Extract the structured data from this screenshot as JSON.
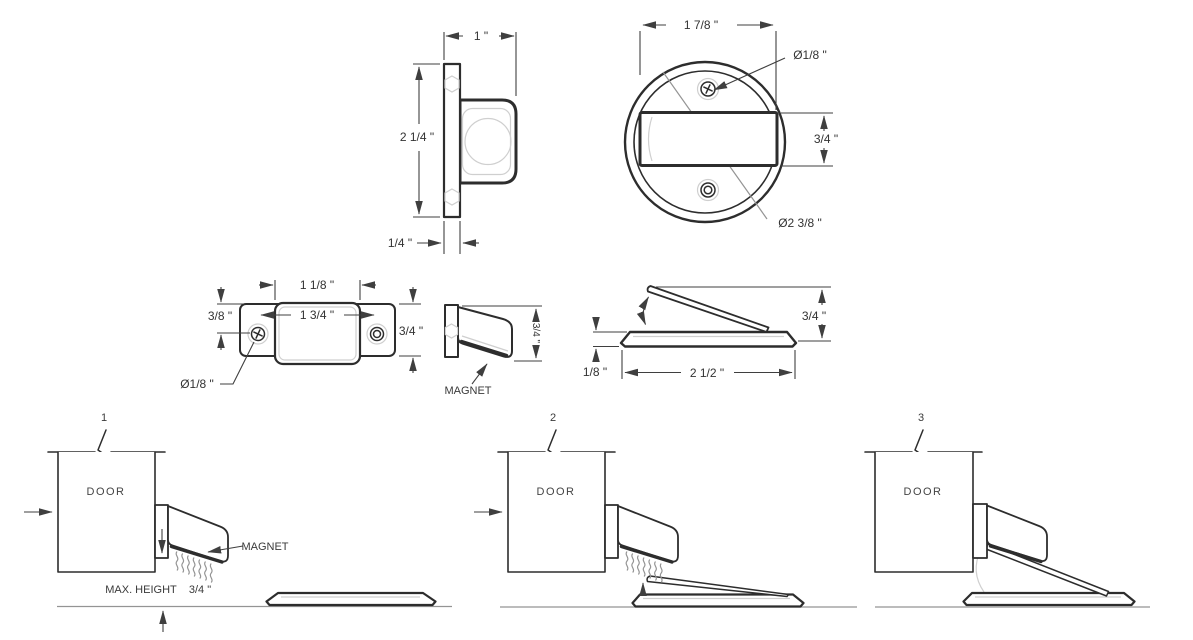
{
  "colors": {
    "background": "#ffffff",
    "drawing_line": "#2d2d2d",
    "dimension_line": "#3f3f3f",
    "leader_gray": "#949494",
    "highlight_gray": "#cfcfcf",
    "text": "#333333"
  },
  "views": {
    "bracket_side": {
      "dim_width": "1 \"",
      "dim_height": "2 1/4 \"",
      "dim_thickness": "1/4 \""
    },
    "floor_plate_top": {
      "dim_slot_width": "1 7/8 \"",
      "dim_screw_hole": "Ø1/8 \"",
      "dim_slot_height": "3/4 \"",
      "dim_outer_diameter": "Ø2 3/8 \""
    },
    "catch_front": {
      "dim_inner_width": "1 1/8 \"",
      "dim_screw_spacing": "1 3/4 \"",
      "dim_screw_offset": "3/8 \"",
      "dim_height": "3/4 \"",
      "dim_screw_hole": "Ø1/8 \""
    },
    "magnet_side": {
      "part_label": "MAGNET",
      "dim_height": "3/4 \""
    },
    "floor_plate_side": {
      "dim_arm_rise": "3/4 \"",
      "dim_plate_thickness": "1/8 \"",
      "dim_plate_width": "2 1/2 \""
    },
    "installation": {
      "steps": [
        {
          "number": "1",
          "door": "DOOR",
          "magnet": "MAGNET",
          "max_height": "MAX. HEIGHT",
          "max_height_value": "3/4 \""
        },
        {
          "number": "2",
          "door": "DOOR"
        },
        {
          "number": "3",
          "door": "DOOR"
        }
      ]
    }
  }
}
